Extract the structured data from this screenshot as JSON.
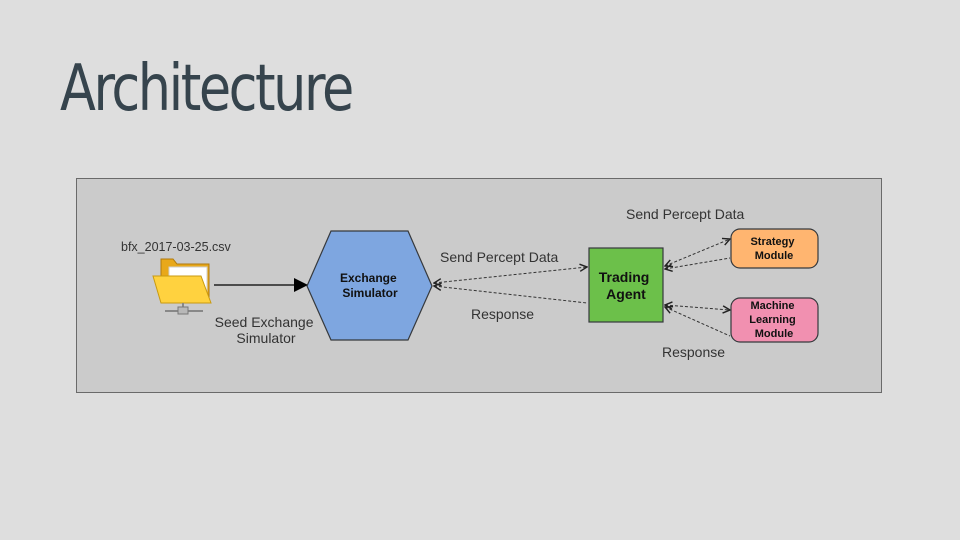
{
  "title": "Architecture",
  "diagram": {
    "file": {
      "name": "bfx_2017-03-25.csv",
      "icon": "folder-network-icon"
    },
    "edges": {
      "seed": [
        "Seed Exchange",
        "Simulator"
      ],
      "send_left": "Send Percept Data",
      "response_left": "Response",
      "send_right": "Send Percept Data",
      "response_right": "Response"
    },
    "nodes": {
      "exchange": {
        "lines": [
          "Exchange",
          "Simulator"
        ],
        "fill": "#7ea6e0"
      },
      "agent": {
        "lines": [
          "Trading",
          "Agent"
        ],
        "fill": "#6cc04a"
      },
      "strategy": {
        "lines": [
          "Strategy",
          "Module"
        ],
        "fill": "#ffb570"
      },
      "ml": {
        "lines": [
          "Machine",
          "Learning",
          "Module"
        ],
        "fill": "#f190b0"
      }
    }
  }
}
